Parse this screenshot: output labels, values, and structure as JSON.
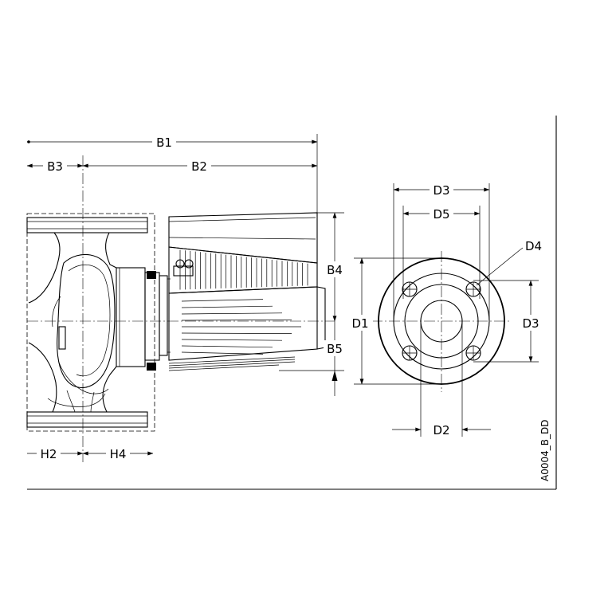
{
  "labels": {
    "b1": "B1",
    "b2": "B2",
    "b3": "B3",
    "b4": "B4",
    "b5": "B5",
    "h2": "H2",
    "h4": "H4",
    "d1": "D1",
    "d2": "D2",
    "d3_top": "D3",
    "d3_right": "D3",
    "d4": "D4",
    "d5": "D5"
  },
  "drawing_code": "A0004_B_DD"
}
